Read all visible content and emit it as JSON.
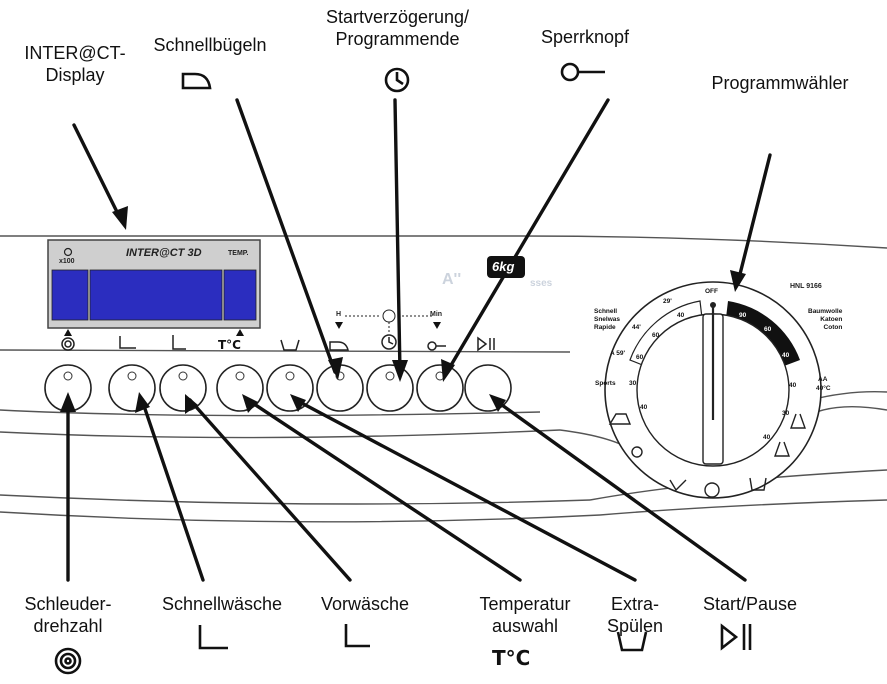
{
  "labels": {
    "display": "INTER@CT-Display",
    "display_l1": "INTER@CT-",
    "display_l2": "Display",
    "schnellbuegeln": "Schnellbügeln",
    "startverz_l1": "Startverzögerung/",
    "startverz_l2": "Programmende",
    "sperrknopf": "Sperrknopf",
    "programmwaehler": "Programmwähler",
    "schleuder_l1": "Schleuder-",
    "schleuder_l2": "drehzahl",
    "schnellwaesche": "Schnellwäsche",
    "vorwaesche": "Vorwäsche",
    "temp_l1": "Temperatur",
    "temp_l2": "auswahl",
    "extra_l1": "Extra-",
    "extra_l2": "Spülen",
    "startpause": "Start/Pause",
    "temp_symbol": "T°C",
    "temp_symbol_panel": "T°C"
  },
  "panel": {
    "display_title": "INTER@CT 3D",
    "display_left_sub": "x100",
    "display_right_label": "TEMP.",
    "capacity_badge": "6kg",
    "model": "HNL 9166",
    "timer_h": "H",
    "timer_min": "Min"
  },
  "dial": {
    "off": "OFF",
    "left_group": [
      "Schnell",
      "Snelwas",
      "Rapide"
    ],
    "right_group": [
      "Baumwolle",
      "Katoen",
      "Coton"
    ],
    "sports": "Sports",
    "aa": "AA",
    "aa_temp": "40°C",
    "marks": [
      "29'",
      "40",
      "44'",
      "60",
      "A 59'",
      "60",
      "30",
      "40",
      "90",
      "60",
      "40",
      "40",
      "30",
      "40"
    ]
  },
  "colors": {
    "display_blue": "#2b2dbf",
    "dial_dark": "#111111"
  }
}
